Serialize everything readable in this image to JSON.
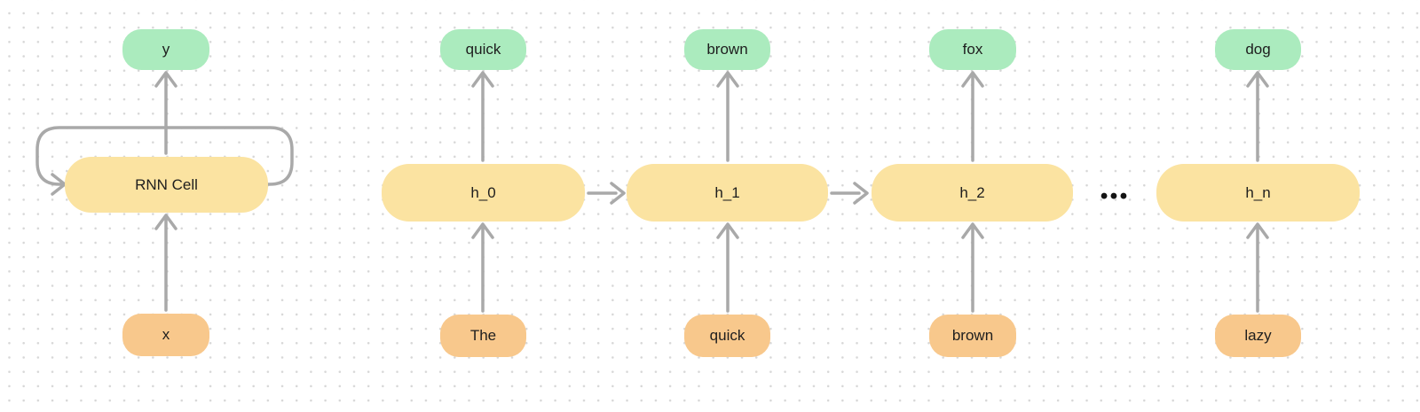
{
  "diagram": {
    "rnn_unit": {
      "output": "y",
      "cell": "RNN Cell",
      "input": "x"
    },
    "timesteps": [
      {
        "output": "quick",
        "hidden": "h_0",
        "input": "The"
      },
      {
        "output": "brown",
        "hidden": "h_1",
        "input": "quick"
      },
      {
        "output": "fox",
        "hidden": "h_2",
        "input": "brown"
      },
      {
        "output": "dog",
        "hidden": "h_n",
        "input": "lazy"
      }
    ],
    "ellipsis": "•••",
    "colors": {
      "output": "#ABEBBE",
      "hidden": "#FBE3A1",
      "input": "#F8C88C",
      "arrow": "#A9A9A9",
      "text": "#1E1E1E",
      "dot": "#D7D7D7",
      "bg": "#FFFFFF",
      "ellipsis": "#141414"
    }
  }
}
